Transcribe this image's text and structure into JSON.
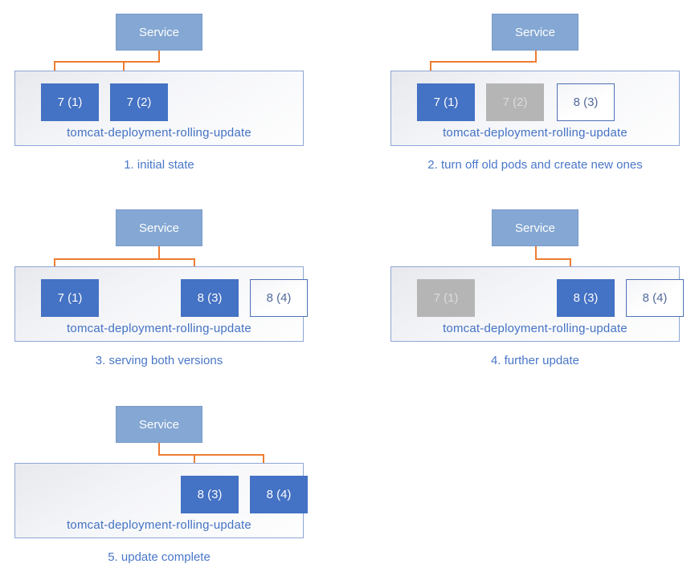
{
  "colors": {
    "service_fill": "#84A7D3",
    "pod_active_fill": "#4472C4",
    "pod_stopped_fill": "#B5B5B5",
    "pod_pending_border": "#4C70B5",
    "arrow": "#ED7D31",
    "label_text": "#4472C4",
    "caption_text": "#4A77C9"
  },
  "panels": [
    {
      "caption": "1. initial state",
      "service": "Service",
      "deployment": "tomcat-deployment-rolling-update",
      "pods": [
        {
          "label": "7 (1)",
          "state": "active"
        },
        {
          "label": "7 (2)",
          "state": "active"
        }
      ]
    },
    {
      "caption": "2. turn off old pods and create new ones",
      "service": "Service",
      "deployment": "tomcat-deployment-rolling-update",
      "pods": [
        {
          "label": "7 (1)",
          "state": "active"
        },
        {
          "label": "7 (2)",
          "state": "stopped"
        },
        {
          "label": "8 (3)",
          "state": "pending"
        }
      ]
    },
    {
      "caption": "3. serving both versions",
      "service": "Service",
      "deployment": "tomcat-deployment-rolling-update",
      "pods": [
        {
          "label": "7 (1)",
          "state": "active"
        },
        {
          "label": "8 (3)",
          "state": "active"
        },
        {
          "label": "8 (4)",
          "state": "pending"
        }
      ]
    },
    {
      "caption": "4. further update",
      "service": "Service",
      "deployment": "tomcat-deployment-rolling-update",
      "pods": [
        {
          "label": "7 (1)",
          "state": "stopped"
        },
        {
          "label": "8 (3)",
          "state": "active"
        },
        {
          "label": "8 (4)",
          "state": "pending"
        }
      ]
    },
    {
      "caption": "5. update complete",
      "service": "Service",
      "deployment": "tomcat-deployment-rolling-update",
      "pods": [
        {
          "label": "8 (3)",
          "state": "active"
        },
        {
          "label": "8 (4)",
          "state": "active"
        }
      ]
    }
  ]
}
